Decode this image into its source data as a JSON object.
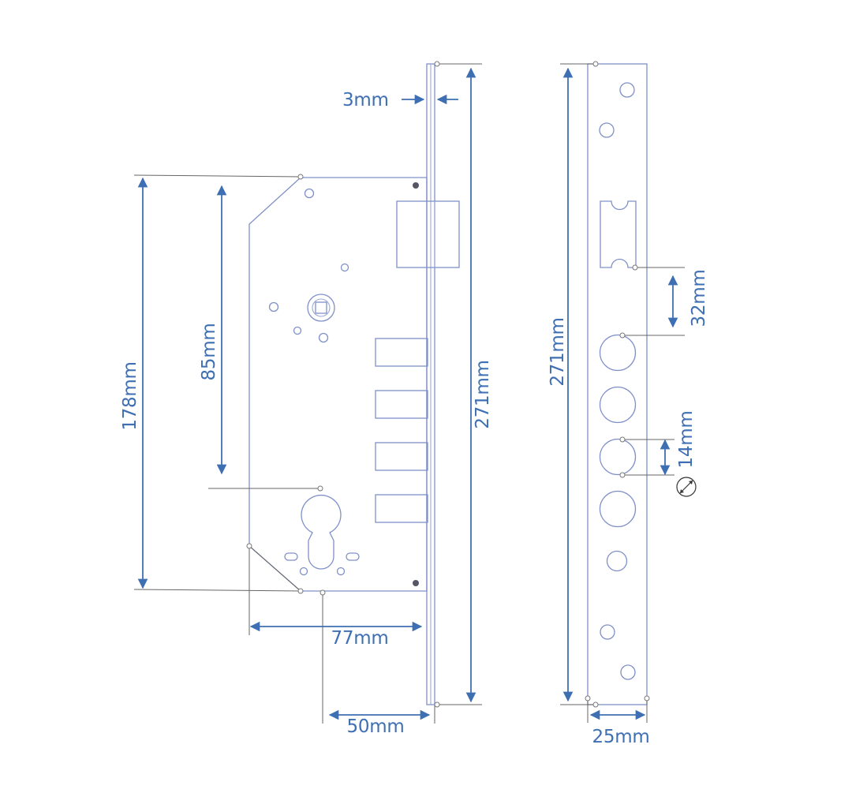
{
  "dimensions": {
    "faceplate_thickness": "3mm",
    "case_height": "178mm",
    "spindle_to_cylinder": "85mm",
    "faceplate_length_left": "271mm",
    "faceplate_length_right": "271mm",
    "case_depth": "77mm",
    "backset": "50mm",
    "hole_spacing": "32mm",
    "bolt_hole_diameter": "14mm",
    "faceplate_width": "25mm"
  },
  "icons": {
    "diameter_symbol": "diameter-icon"
  },
  "colors": {
    "dimension": "#3f6fb3",
    "outline": "#7f90c8",
    "extension_line": "#666666"
  }
}
